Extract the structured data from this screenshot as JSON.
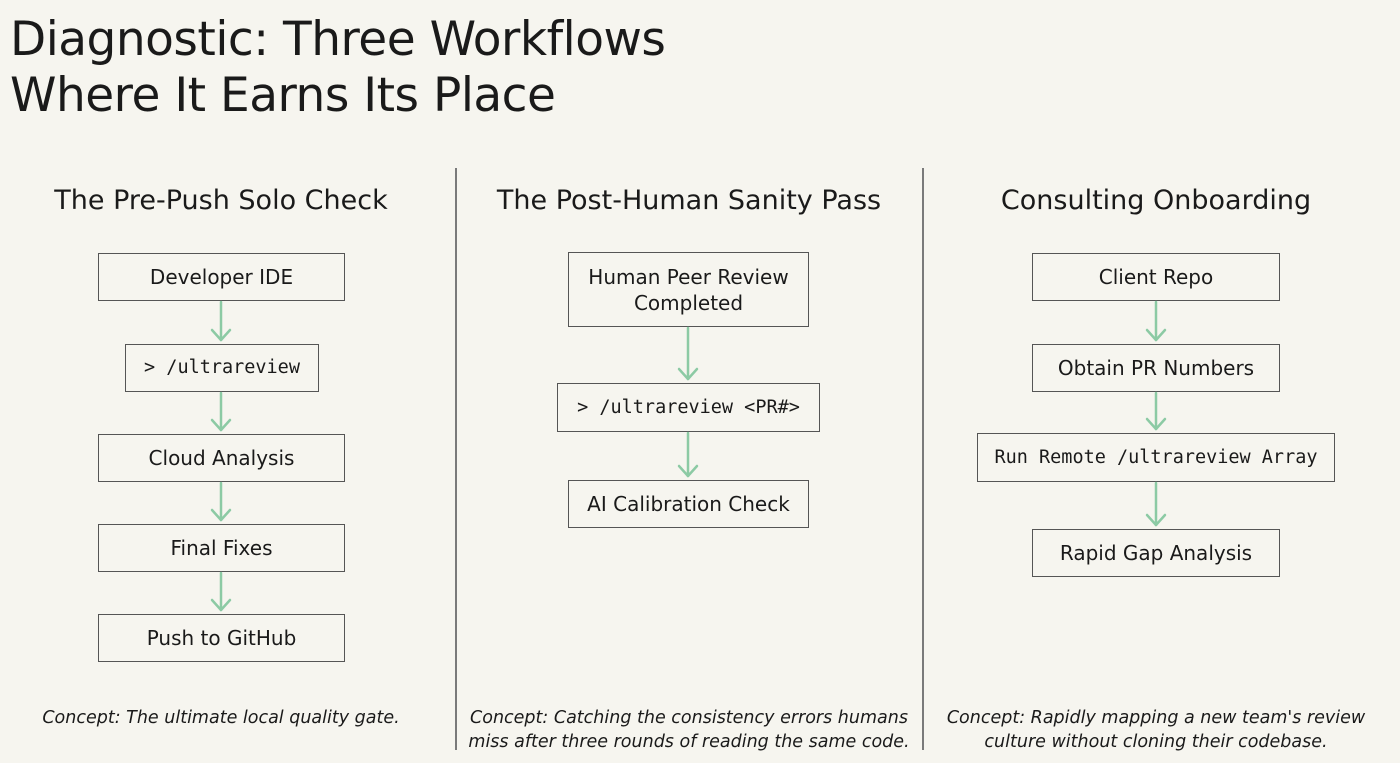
{
  "title": {
    "line1": "Diagnostic: Three Workflows",
    "line2": "Where It Earns Its Place"
  },
  "columns": [
    {
      "heading": "The Pre-Push Solo Check",
      "steps": [
        "Developer IDE",
        "> /ultrareview",
        "Cloud Analysis",
        "Final Fixes",
        "Push to GitHub"
      ],
      "concept": [
        "Concept: The ultimate local quality gate."
      ]
    },
    {
      "heading": "The Post-Human Sanity Pass",
      "steps": [
        "Human Peer Review",
        "Completed",
        "> /ultrareview <PR#>",
        "AI Calibration Check"
      ],
      "concept": [
        "Concept: Catching the consistency errors humans",
        "miss after three rounds of reading the same code."
      ]
    },
    {
      "heading": "Consulting Onboarding",
      "steps": [
        "Client Repo",
        "Obtain PR Numbers",
        "Run Remote /ultrareview Array",
        "Rapid Gap Analysis"
      ],
      "concept": [
        "Concept: Rapidly mapping a new team's review",
        "culture without cloning their codebase."
      ]
    }
  ],
  "colors": {
    "background": "#f6f5ef",
    "arrow": "#8ccaa4",
    "box_border": "#555555",
    "divider": "#7a7a7a"
  }
}
